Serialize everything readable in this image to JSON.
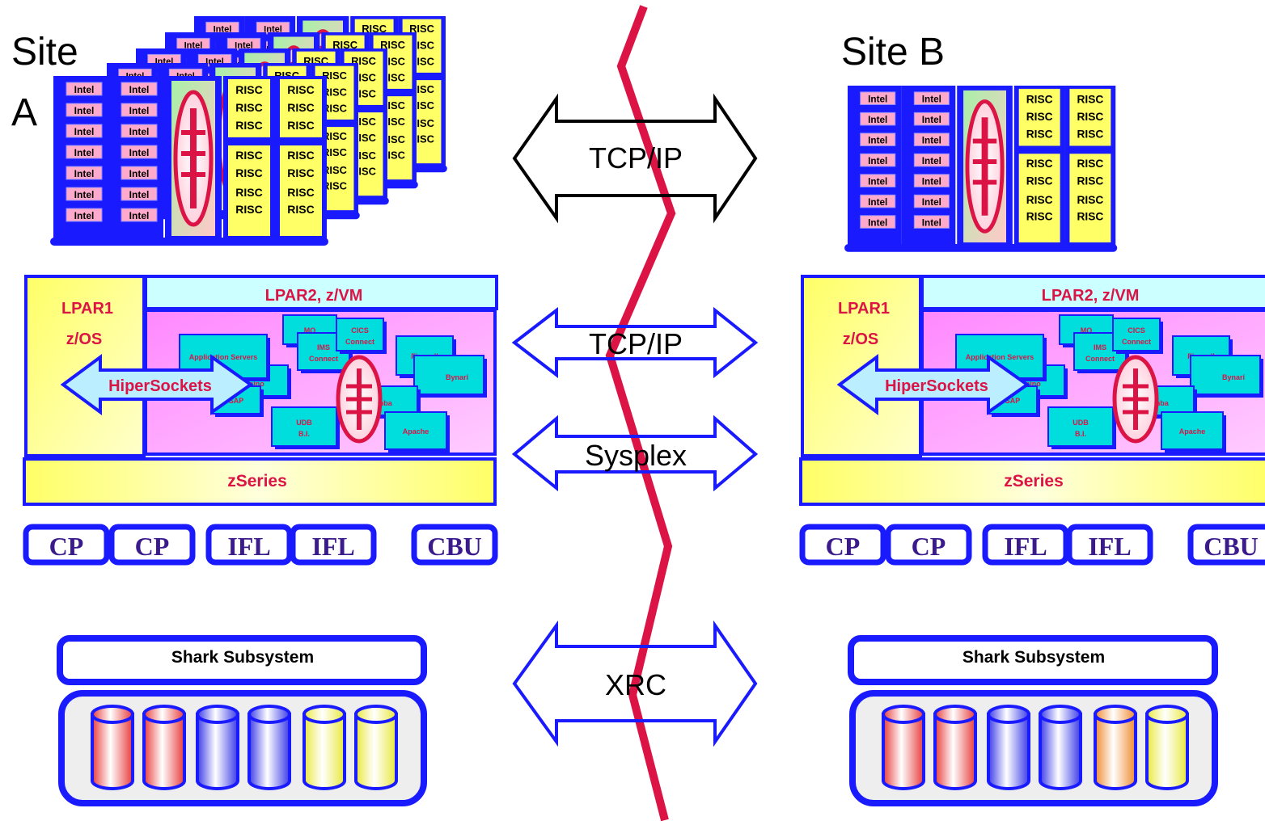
{
  "site_a": {
    "title_line1": "Site",
    "title_line2": "A",
    "intel_label": "Intel",
    "risc_label": "RISC",
    "lpar1": "LPAR1",
    "zos": "z/OS",
    "lpar2": "LPAR2, z/VM",
    "zseries": "zSeries",
    "hipersockets": "HiperSockets",
    "apps": {
      "app_servers": "Application Servers",
      "mq": "MQ",
      "cics": "CICS",
      "cics_connect": "Connect",
      "ims": "IMS",
      "ims_connect": "Connect",
      "firewall": "Firewall",
      "bynari": "Bynari",
      "domino": "Domino",
      "sap": "SAP",
      "samba": "Samba",
      "udb": "UDB",
      "bi": "B.I.",
      "apache": "Apache"
    },
    "engines": [
      "CP",
      "CP",
      "IFL",
      "IFL",
      "CBU"
    ],
    "shark": "Shark Subsystem",
    "disks": [
      "#e83c3c",
      "#e83c3c",
      "#3c3ce8",
      "#3c3ce8",
      "#e8e83c",
      "#e8e83c"
    ]
  },
  "site_b": {
    "title": "Site B",
    "intel_label": "Intel",
    "risc_label": "RISC",
    "lpar1": "LPAR1",
    "zos": "z/OS",
    "lpar2": "LPAR2, z/VM",
    "zseries": "zSeries",
    "hipersockets": "HiperSockets",
    "apps": {
      "app_servers": "Application Servers",
      "mq": "MQ",
      "cics": "CICS",
      "cics_connect": "Connect",
      "ims": "IMS",
      "ims_connect": "Connect",
      "firewall": "Firewall",
      "bynari": "Bynari",
      "domino": "Domino",
      "sap": "SAP",
      "samba": "Samba",
      "udb": "UDB",
      "bi": "B.I.",
      "apache": "Apache"
    },
    "engines": [
      "CP",
      "CP",
      "IFL",
      "IFL",
      "CBU"
    ],
    "shark": "Shark Subsystem",
    "disks": [
      "#e83c3c",
      "#e83c3c",
      "#3c3ce8",
      "#3c3ce8",
      "#f08a30",
      "#e8e83c"
    ]
  },
  "links": {
    "top": "TCP/IP",
    "middle": "TCP/IP",
    "sysplex": "Sysplex",
    "xrc": "XRC"
  },
  "colors": {
    "blue": "#1a1aff",
    "red": "#dc1446",
    "pink": "#ff99ff",
    "cyan": "#00dddd",
    "yellow": "#ffff66",
    "lightyellow": "#ffffcc",
    "purple": "#3b1a8c"
  }
}
